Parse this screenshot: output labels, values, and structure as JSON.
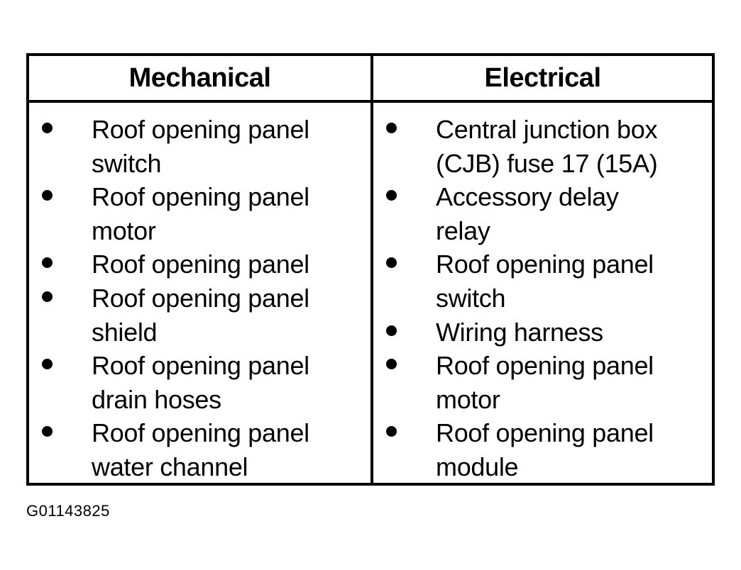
{
  "table": {
    "headers": {
      "mechanical": "Mechanical",
      "electrical": "Electrical"
    },
    "mechanical_items": [
      {
        "line1": "Roof opening panel",
        "line2": "switch"
      },
      {
        "line1": "Roof opening panel",
        "line2": "motor"
      },
      {
        "line1": "Roof opening panel",
        "line2": ""
      },
      {
        "line1": "Roof opening panel",
        "line2": "shield"
      },
      {
        "line1": "Roof opening panel",
        "line2": "drain hoses"
      },
      {
        "line1": "Roof opening panel",
        "line2": "water channel"
      }
    ],
    "electrical_items": [
      {
        "line1": "Central junction box",
        "line2": "(CJB) fuse 17 (15A)"
      },
      {
        "line1": "Accessory delay",
        "line2": "relay"
      },
      {
        "line1": "Roof opening panel",
        "line2": "switch"
      },
      {
        "line1": "Wiring harness",
        "line2": ""
      },
      {
        "line1": "Roof opening panel",
        "line2": "motor"
      },
      {
        "line1": "Roof opening panel",
        "line2": "module"
      }
    ]
  },
  "figure_id": "G01143825"
}
